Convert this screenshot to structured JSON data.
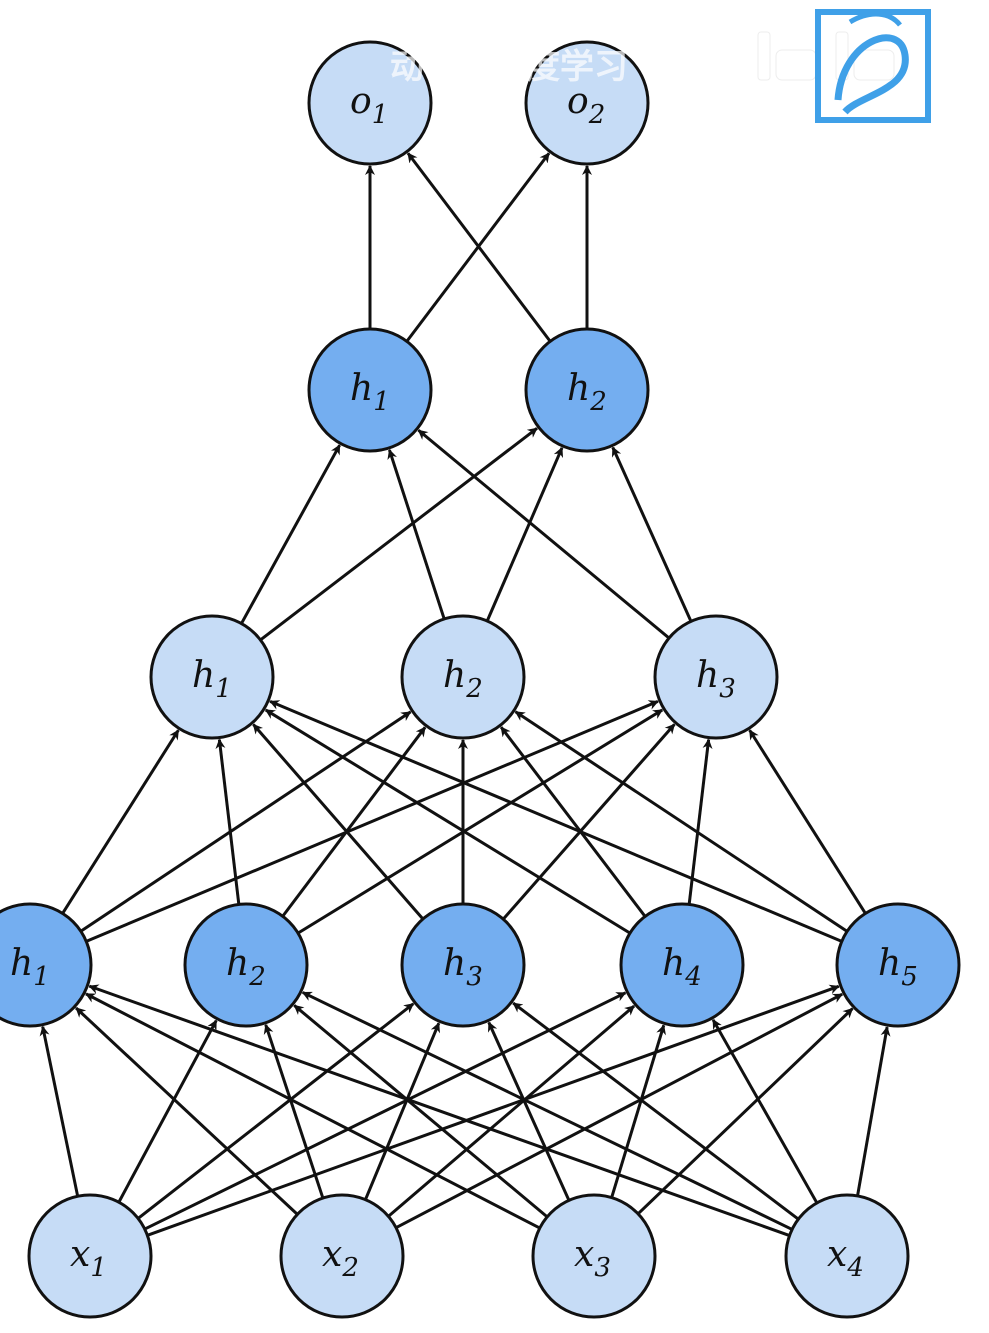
{
  "diagram": {
    "watermark": {
      "text": "动手学深度学习",
      "logo": "bilibili-tv-logo-watermark",
      "logo_icon": "channel-logo-icon"
    },
    "layers": [
      {
        "id": "input",
        "style": "light",
        "nodes": [
          {
            "var": "x",
            "sub": "1"
          },
          {
            "var": "x",
            "sub": "2"
          },
          {
            "var": "x",
            "sub": "3"
          },
          {
            "var": "x",
            "sub": "4"
          }
        ]
      },
      {
        "id": "hidden1",
        "style": "dark",
        "nodes": [
          {
            "var": "h",
            "sub": "1"
          },
          {
            "var": "h",
            "sub": "2"
          },
          {
            "var": "h",
            "sub": "3"
          },
          {
            "var": "h",
            "sub": "4"
          },
          {
            "var": "h",
            "sub": "5"
          }
        ]
      },
      {
        "id": "hidden2",
        "style": "light",
        "nodes": [
          {
            "var": "h",
            "sub": "1"
          },
          {
            "var": "h",
            "sub": "2"
          },
          {
            "var": "h",
            "sub": "3"
          }
        ]
      },
      {
        "id": "hidden3",
        "style": "dark",
        "nodes": [
          {
            "var": "h",
            "sub": "1"
          },
          {
            "var": "h",
            "sub": "2"
          }
        ]
      },
      {
        "id": "output",
        "style": "light",
        "nodes": [
          {
            "var": "o",
            "sub": "1"
          },
          {
            "var": "o",
            "sub": "2"
          }
        ]
      }
    ],
    "connectivity": "fully-connected between consecutive layers, arrows point upward"
  }
}
